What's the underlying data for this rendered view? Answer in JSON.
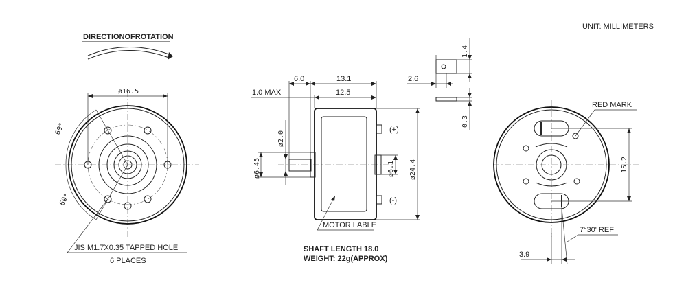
{
  "header": {
    "direction_title": "DIRECTIONOFROTATION",
    "unit_note": "UNIT: MILLIMETERS"
  },
  "front_view": {
    "diameter_label": "ø16.5",
    "angle_top": "60°",
    "angle_bottom": "60°",
    "hole_note": "JIS M1.7X0.35 TAPPED HOLE",
    "hole_count": "6 PLACES"
  },
  "side_view": {
    "dim_6_0": "6.0",
    "dim_13_1": "13.1",
    "dim_1_0_max": "1.0 MAX",
    "dim_12_5": "12.5",
    "dim_2_0": "ø2.0",
    "dim_6_45": "ø6.45",
    "dim_6_1": "ø6.1",
    "dim_24_4": "ø24.4",
    "plus_terminal": "(+)",
    "minus_terminal": "(-)",
    "motor_label": "MOTOR LABLE",
    "shaft_length": "SHAFT LENGTH 18.0",
    "weight": "WEIGHT: 22g(APPROX)"
  },
  "terminal_detail": {
    "dim_1_4": "1.4",
    "dim_2_6": "2.6",
    "dim_0_3": "0.3"
  },
  "rear_view": {
    "red_mark": "RED MARK",
    "dim_15_2": "15.2",
    "angle_ref": "7°30' REF",
    "dim_3_9": "3.9"
  }
}
